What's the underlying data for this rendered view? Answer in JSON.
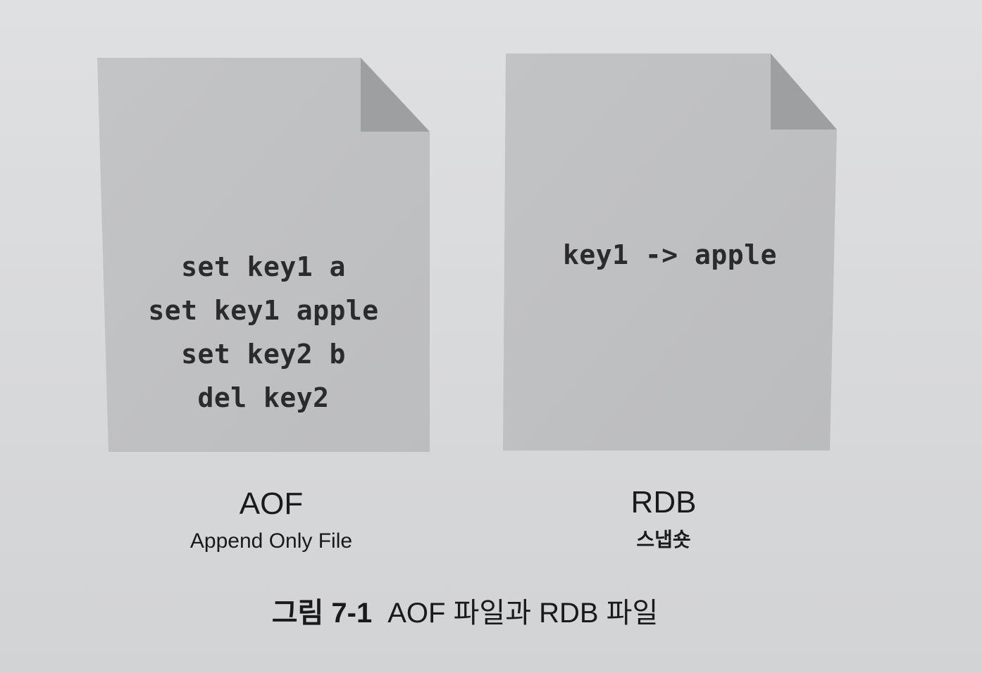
{
  "aof_document": {
    "lines": [
      "set key1 a",
      "set key1 apple",
      "set key2 b",
      "del key2"
    ]
  },
  "rdb_document": {
    "lines": [
      "key1 -> apple"
    ]
  },
  "aof_label": {
    "title": "AOF",
    "subtitle": "Append Only File"
  },
  "rdb_label": {
    "title": "RDB",
    "subtitle": "스냅숏"
  },
  "caption": {
    "number": "그림 7-1",
    "text": "AOF 파일과 RDB 파일"
  },
  "colors": {
    "page_fill": "#bebfc1",
    "fold_fill": "#9d9ea0",
    "text": "#2b2b2b"
  }
}
